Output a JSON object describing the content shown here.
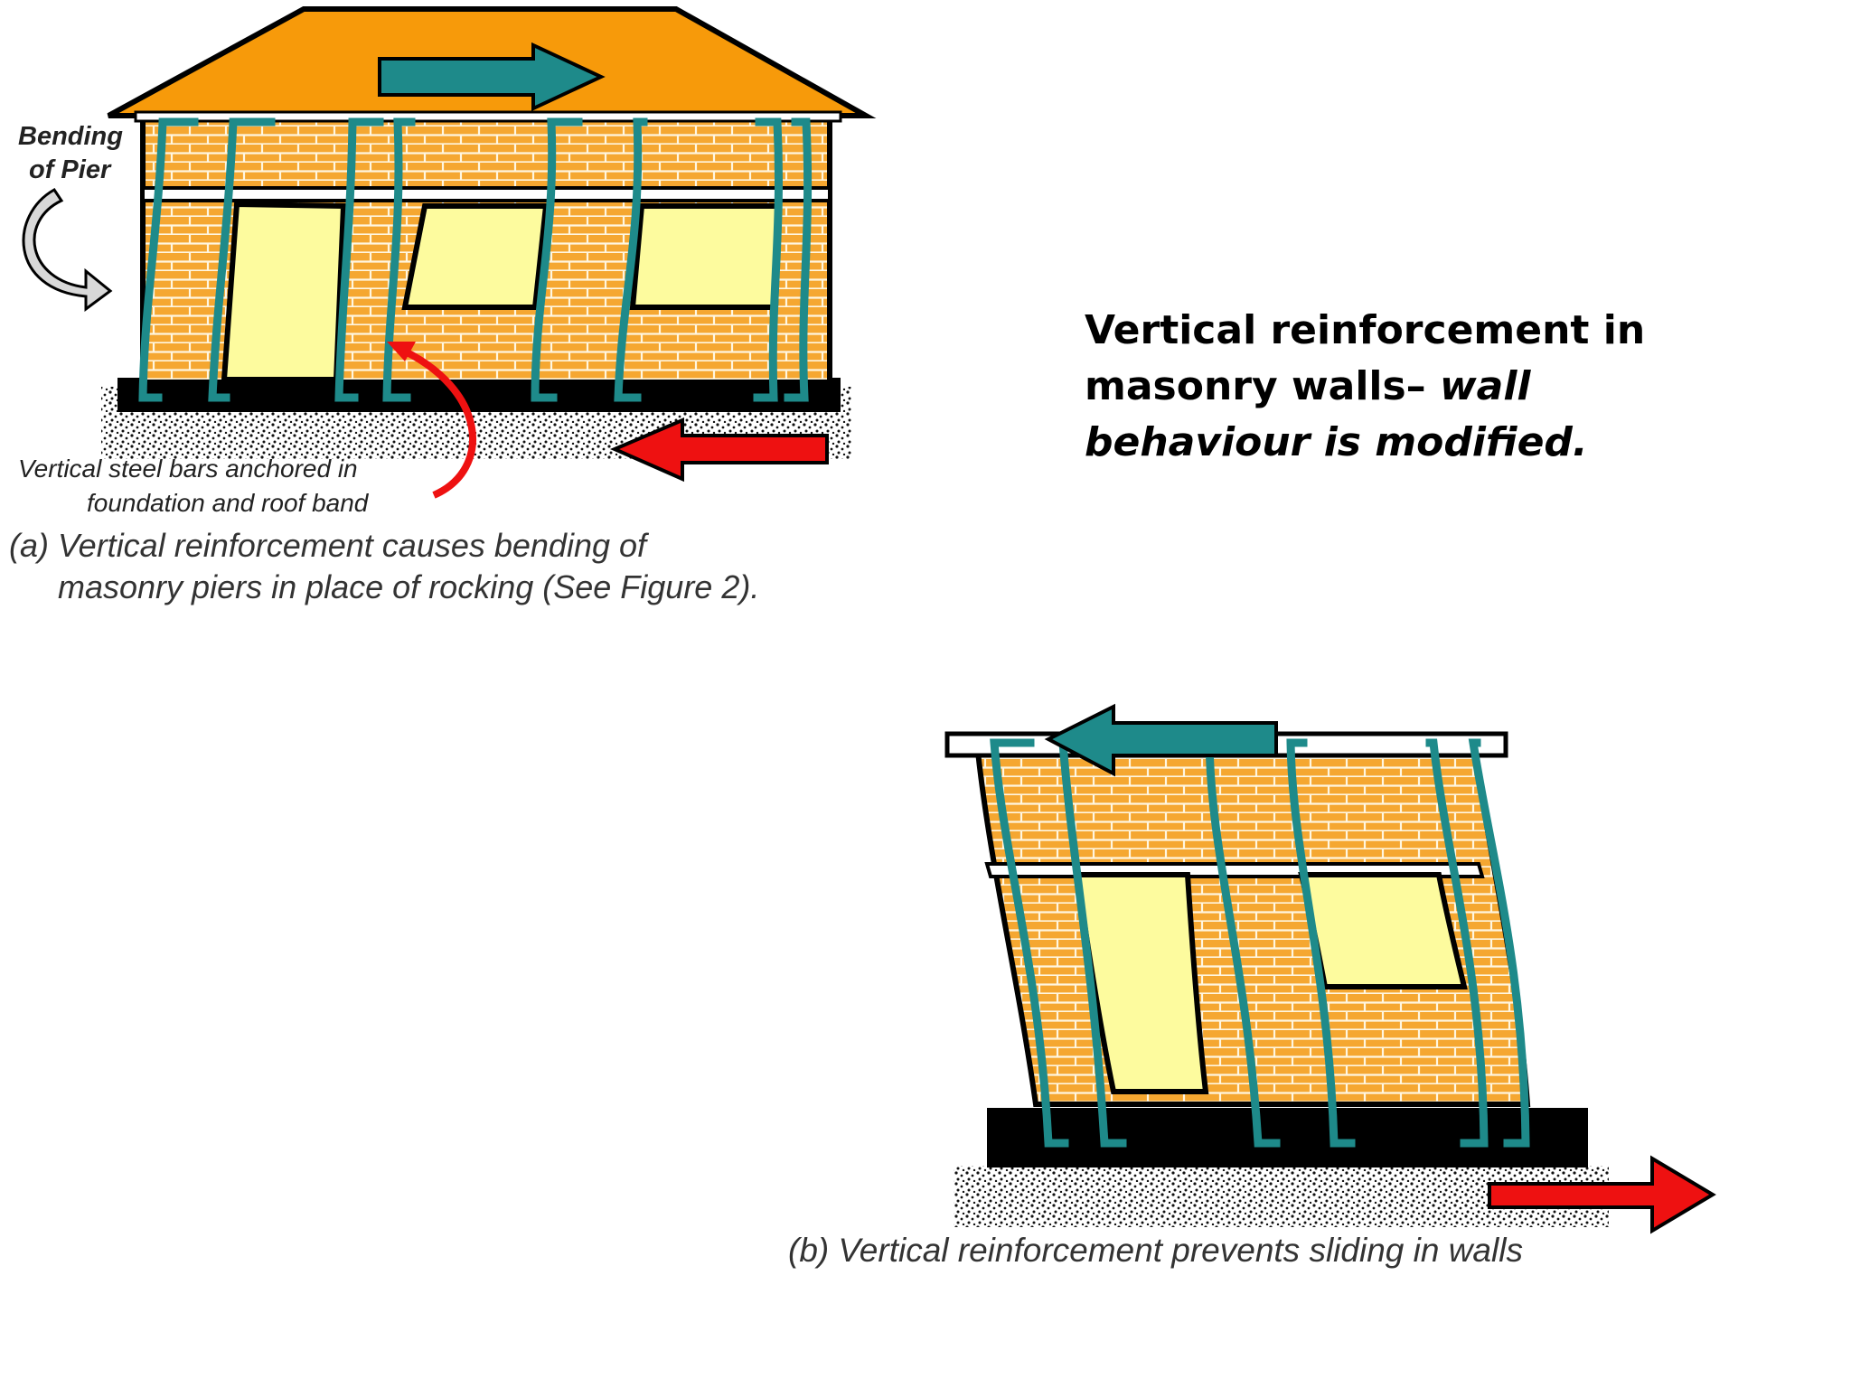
{
  "title": {
    "part1": "Vertical reinforcement in masonry walls– ",
    "part2": "wall behaviour is modified."
  },
  "figure_a": {
    "label_bending_line1": "Bending",
    "label_bending_line2": "of Pier",
    "label_bars_line1": "Vertical steel bars anchored in",
    "label_bars_line2": "foundation and roof band",
    "caption_line1": "(a) Vertical reinforcement causes bending of",
    "caption_line2": "masonry piers in place of rocking (See Figure 2)."
  },
  "figure_b": {
    "caption": "(b) Vertical reinforcement prevents sliding in walls"
  },
  "colors": {
    "roof": "#f79a0a",
    "brick": "#f5a731",
    "window": "#fdfb9e",
    "rebar": "#1e8a8a",
    "force_red": "#ee1111",
    "force_teal": "#1e8a8a",
    "foundation": "#000000"
  },
  "icons": {
    "rotation_arrow": "curved-rotation-arrow-icon",
    "force_arrow": "arrow-icon"
  }
}
